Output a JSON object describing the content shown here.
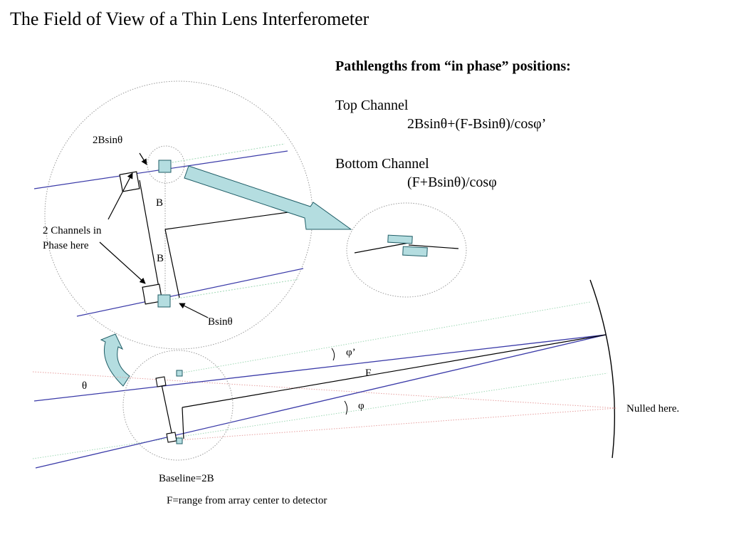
{
  "title": "The Field of View of a Thin Lens Interferometer",
  "heading": "Pathlengths from “in phase” positions:",
  "top_channel": {
    "label": "Top Channel",
    "formula": "2Bsinθ+(F-Bsinθ)/cosφ’"
  },
  "bottom_channel": {
    "label": "Bottom Channel",
    "formula": "(F+Bsinθ)/cosφ"
  },
  "labels": {
    "two_b_sin_theta": "2Bsinθ",
    "b_upper": "B",
    "b_lower": "B",
    "channels_in_phase_line1": "2 Channels in",
    "channels_in_phase_line2": "Phase here",
    "b_sin_theta": "Bsinθ",
    "phi_prime": "φ’",
    "phi": "φ",
    "f": "F",
    "theta": "θ",
    "nulled": "Nulled here.",
    "baseline": "Baseline=2B",
    "f_definition": "F=range from array center to detector"
  },
  "colors": {
    "ray_blue": "#3a3aa8",
    "ray_green_dotted": "#9fd8b5",
    "ray_red_dotted": "#e6a0a0",
    "aperture_fill": "#b4dde0",
    "aperture_stroke": "#1f5d66",
    "circle_dotted": "#9a9a9a"
  }
}
